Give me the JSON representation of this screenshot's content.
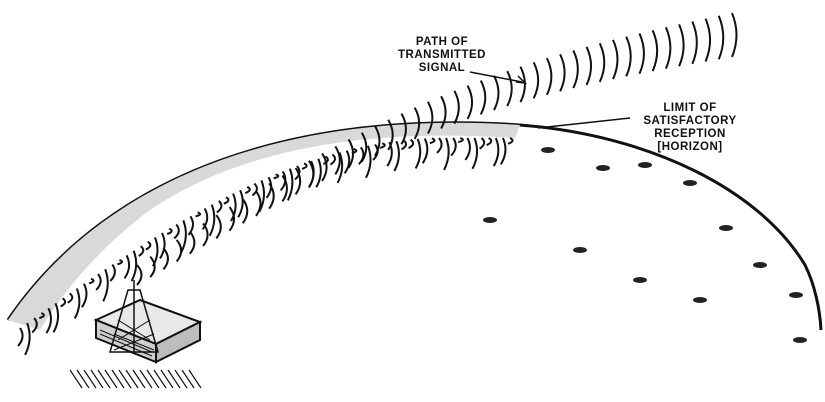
{
  "labels": {
    "path_signal": [
      "PATH OF",
      "TRANSMITTED",
      "SIGNAL"
    ],
    "limit_reception": [
      "LIMIT OF",
      "SATISFACTORY",
      "RECEPTION",
      "[HORIZON]"
    ]
  },
  "colors": {
    "ink": "#111111",
    "paper": "#ffffff"
  },
  "icons": {
    "transmitter": "radio-transmitter-tower-icon"
  }
}
